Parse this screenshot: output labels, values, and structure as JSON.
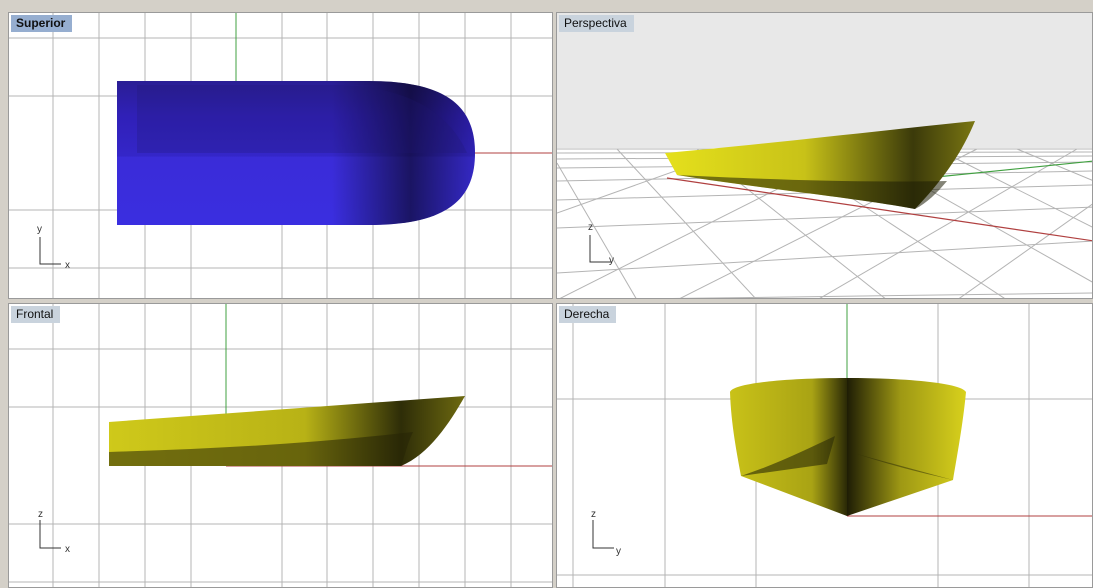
{
  "viewports": {
    "top": {
      "title": "Superior",
      "axis_v": "y",
      "axis_h": "x"
    },
    "persp": {
      "title": "Perspectiva",
      "axis_v": "z",
      "axis_h": "y"
    },
    "front": {
      "title": "Frontal",
      "axis_v": "z",
      "axis_h": "x"
    },
    "right": {
      "title": "Derecha",
      "axis_v": "z",
      "axis_h": "y"
    }
  },
  "active_viewport": "Superior",
  "colors": {
    "grid": "#b4b4b4",
    "x_axis": "#b04040",
    "y_axis": "#40a040",
    "hull_top": "#3428cc",
    "hull_side": "#c9c218",
    "title_bg": "#c9d3dd",
    "title_active_bg": "#96aed0"
  },
  "icons": {
    "cplane_axes": "axis-icon"
  }
}
